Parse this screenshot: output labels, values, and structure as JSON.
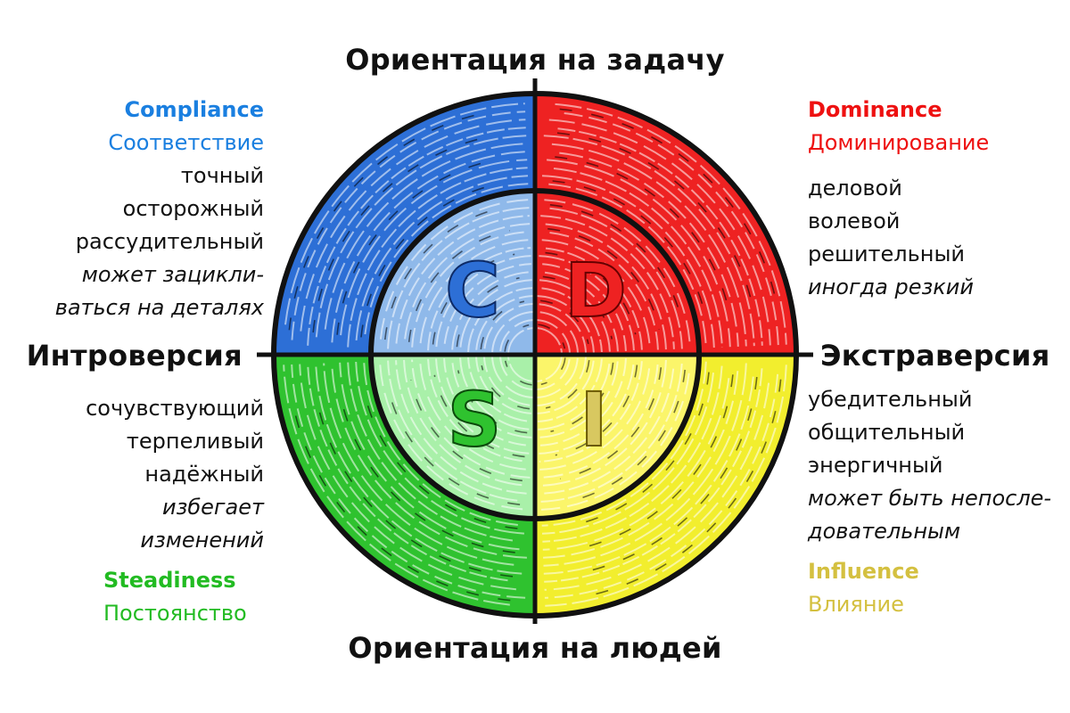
{
  "axes": {
    "top": "Ориентация на задачу",
    "bottom": "Ориентация на людей",
    "left": "Интроверсия",
    "right": "Экстраверсия"
  },
  "colors": {
    "compliance": "#1a7fe0",
    "dominance": "#ee1111",
    "steadiness": "#22bb22",
    "influence": "#d4c040",
    "c_fill": "#2d6fd6",
    "c_inner": "#8fb9ea",
    "d_fill": "#ee2222",
    "s_fill": "#2fc22f",
    "s_inner": "#a9f0a9",
    "i_fill": "#f2ee2e",
    "i_inner": "#fbf56a"
  },
  "quadrants": {
    "compliance": {
      "letter": "C",
      "title_en": "Compliance",
      "title_ru": "Соответствие",
      "traits": [
        "точный",
        "осторожный",
        "рассудительный"
      ],
      "caveat": [
        "может зацикли-",
        "ваться на деталях"
      ]
    },
    "dominance": {
      "letter": "D",
      "title_en": "Dominance",
      "title_ru": "Доминирование",
      "traits": [
        "деловой",
        "волевой",
        "решительный"
      ],
      "caveat": [
        "иногда резкий"
      ]
    },
    "steadiness": {
      "letter": "S",
      "title_en": "Steadiness",
      "title_ru": "Постоянство",
      "traits": [
        "сочувствующий",
        "терпеливый",
        "надёжный"
      ],
      "caveat": [
        "избегает",
        "изменений"
      ]
    },
    "influence": {
      "letter": "I",
      "title_en": "Influence",
      "title_ru": "Влияние",
      "traits": [
        "убедительный",
        "общительный",
        "энергичный"
      ],
      "caveat": [
        "может быть непосле-",
        "довательным"
      ]
    }
  }
}
